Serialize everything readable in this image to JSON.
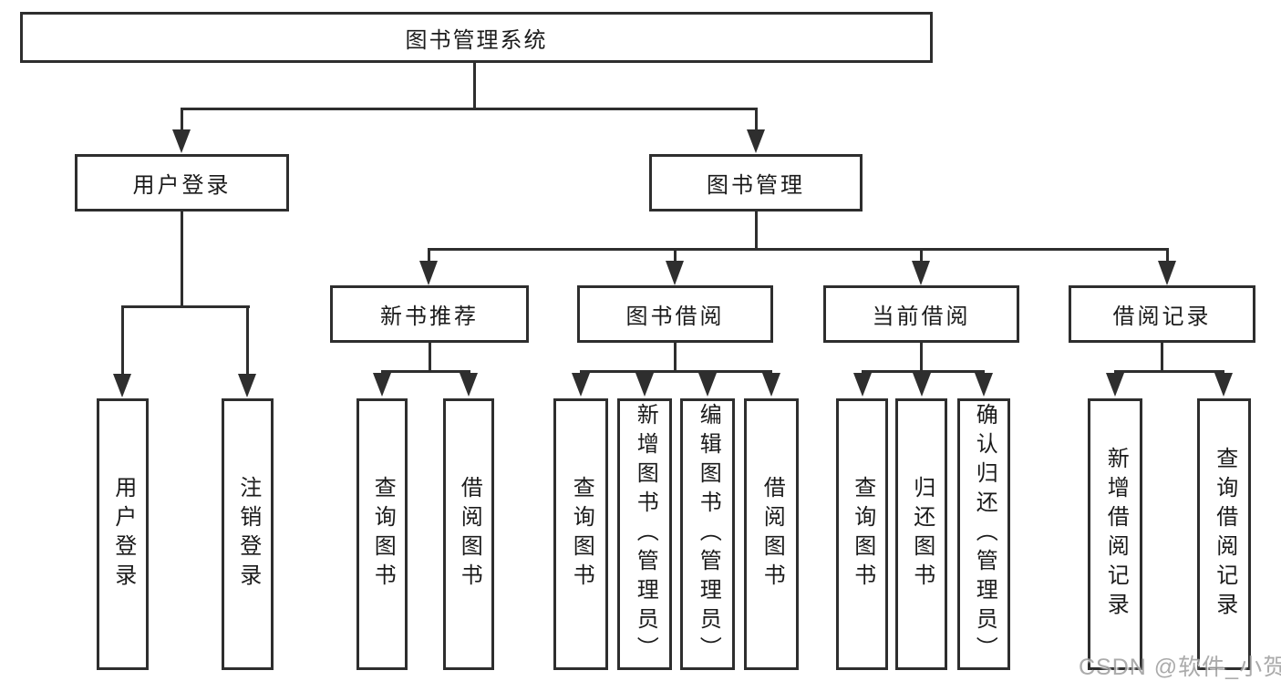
{
  "tree": {
    "root": "图书管理系统",
    "user_login": {
      "label": "用户登录",
      "children": [
        "用户登录",
        "注销登录"
      ]
    },
    "book_management": {
      "label": "图书管理",
      "groups": [
        {
          "label": "新书推荐",
          "children": [
            "查询图书",
            "借阅图书"
          ]
        },
        {
          "label": "图书借阅",
          "children": [
            "查询图书",
            "新增图书（管理员）",
            "编辑图书（管理员）",
            "借阅图书"
          ]
        },
        {
          "label": "当前借阅",
          "children": [
            "查询图书",
            "归还图书",
            "确认归还（管理员）"
          ]
        },
        {
          "label": "借阅记录",
          "children": [
            "新增借阅记录",
            "查询借阅记录"
          ]
        }
      ]
    }
  },
  "watermark": "CSDN @软件_小贺同学",
  "colors": {
    "line": "#2e2e2e",
    "box_bg": "#ffffff",
    "text": "#1b1b1b",
    "watermark": "#a0a0a0"
  }
}
